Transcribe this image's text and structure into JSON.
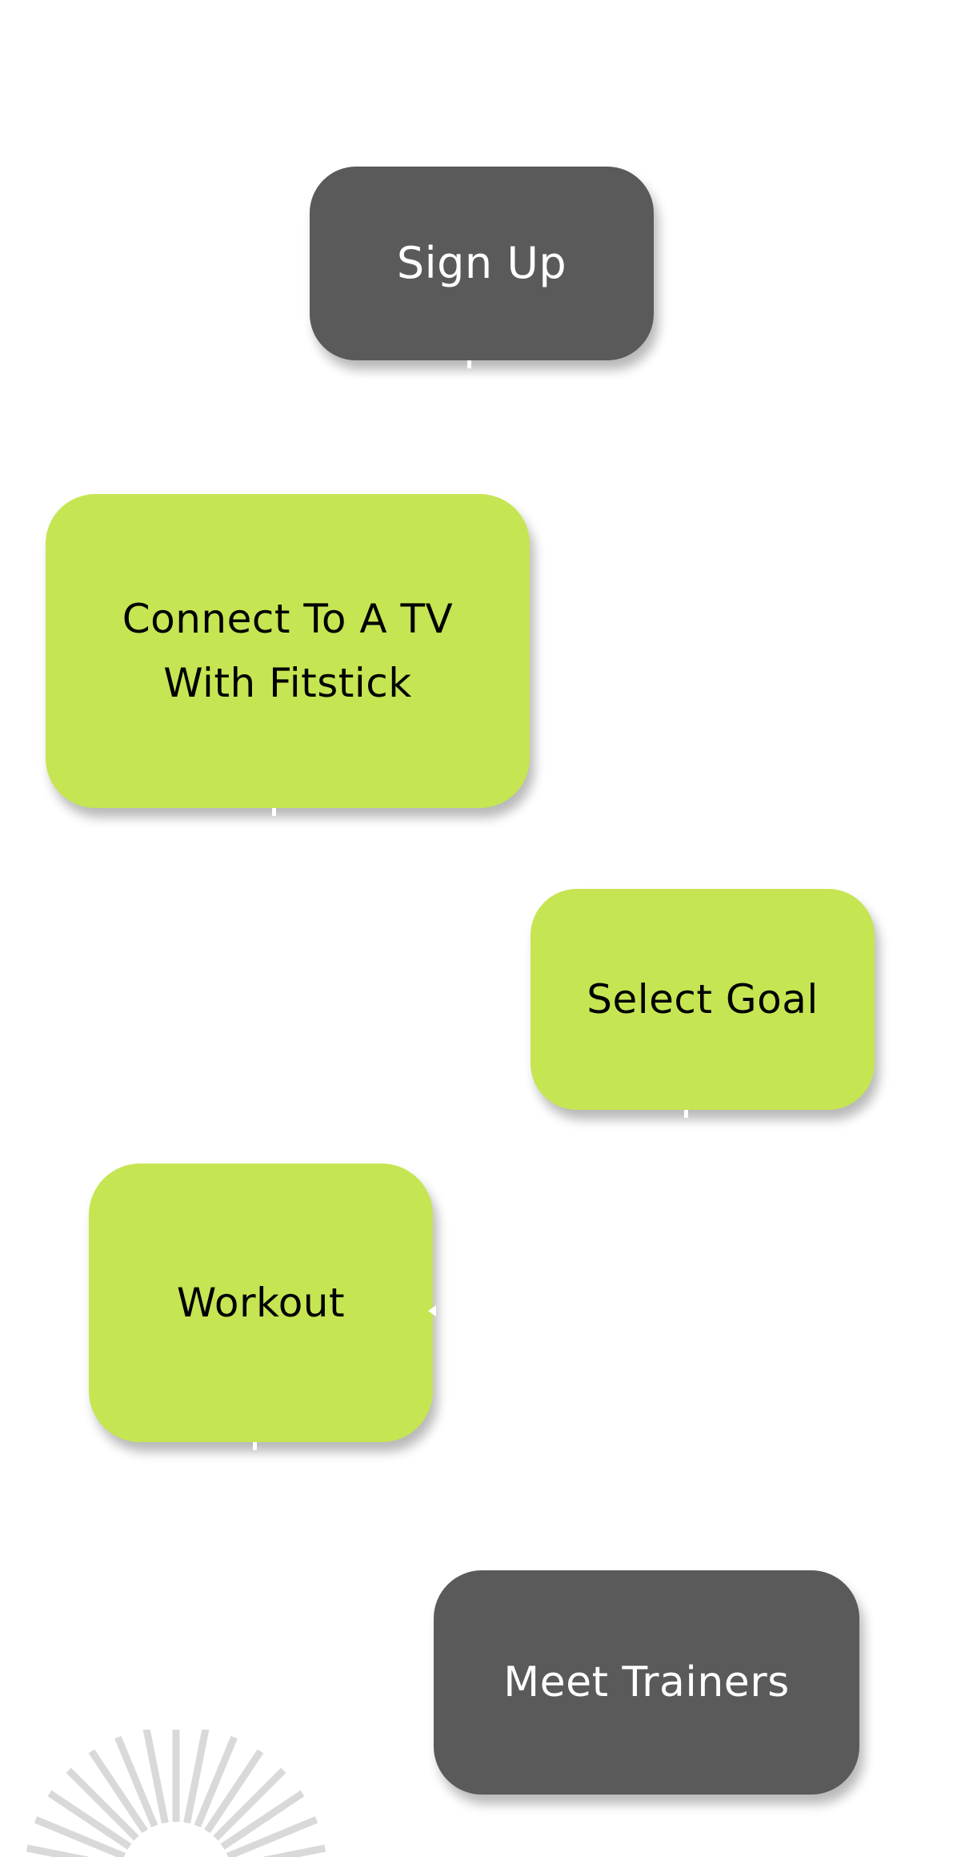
{
  "diagram": {
    "type": "flowchart",
    "colors": {
      "terminal_fill": "#5a5a5a",
      "step_fill": "#c6e553",
      "terminal_text": "#ffffff",
      "step_text": "#000000",
      "decoration": "#d9d9d9"
    },
    "nodes": [
      {
        "id": "signup",
        "label": "Sign Up",
        "style": "terminal"
      },
      {
        "id": "connect",
        "label": "Connect To A TV\nWith Fitstick",
        "style": "step"
      },
      {
        "id": "goal",
        "label": "Select Goal",
        "style": "step"
      },
      {
        "id": "workout",
        "label": "Workout",
        "style": "step"
      },
      {
        "id": "trainers",
        "label": "Meet Trainers",
        "style": "terminal"
      }
    ],
    "edges": [
      {
        "from": "signup",
        "to": "connect"
      },
      {
        "from": "connect",
        "to": "goal"
      },
      {
        "from": "goal",
        "to": "workout"
      },
      {
        "from": "workout",
        "to": "trainers"
      }
    ],
    "decoration_icon": "sunburst-icon"
  }
}
